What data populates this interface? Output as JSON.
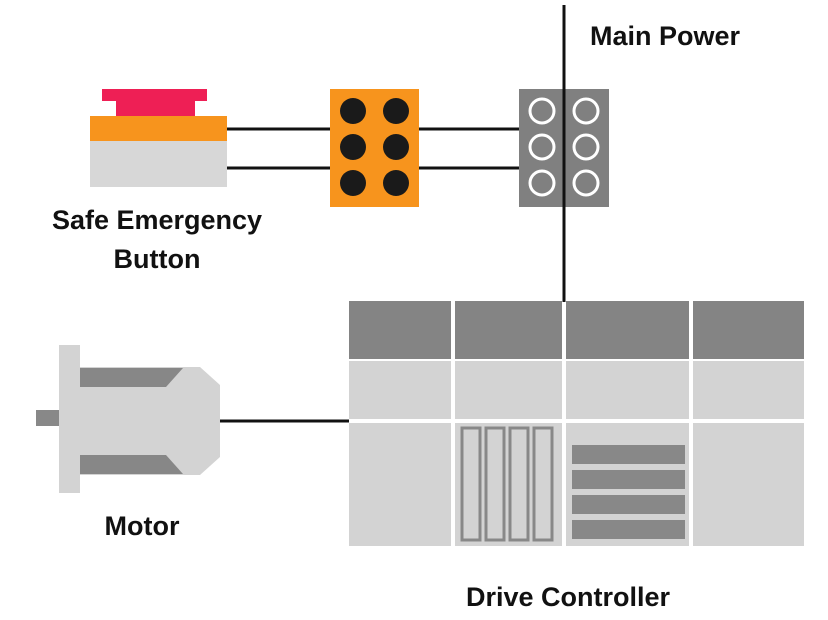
{
  "labels": {
    "main_power": "Main Power",
    "button_line1": "Safe Emergency",
    "button_line2": "Button",
    "motor": "Motor",
    "drive_controller": "Drive Controller"
  },
  "colors": {
    "wire": "#111111",
    "button_cap": "#ee1f55",
    "button_collar": "#f7941d",
    "button_body": "#d7d7d7",
    "relay_body": "#f7941d",
    "relay_terminal": "#1a1a1a",
    "block_body": "#808080",
    "block_terminal": "#ffffff",
    "controller_top": "#848484",
    "controller_light": "#d3d3d3",
    "controller_mid": "#888888",
    "motor_body": "#d3d3d3",
    "motor_stripe": "#878787",
    "motor_shaft": "#888888"
  },
  "icons": [
    "emergency-stop-button-icon",
    "safety-relay-icon",
    "terminal-block-icon",
    "motor-icon",
    "drive-controller-icon"
  ]
}
